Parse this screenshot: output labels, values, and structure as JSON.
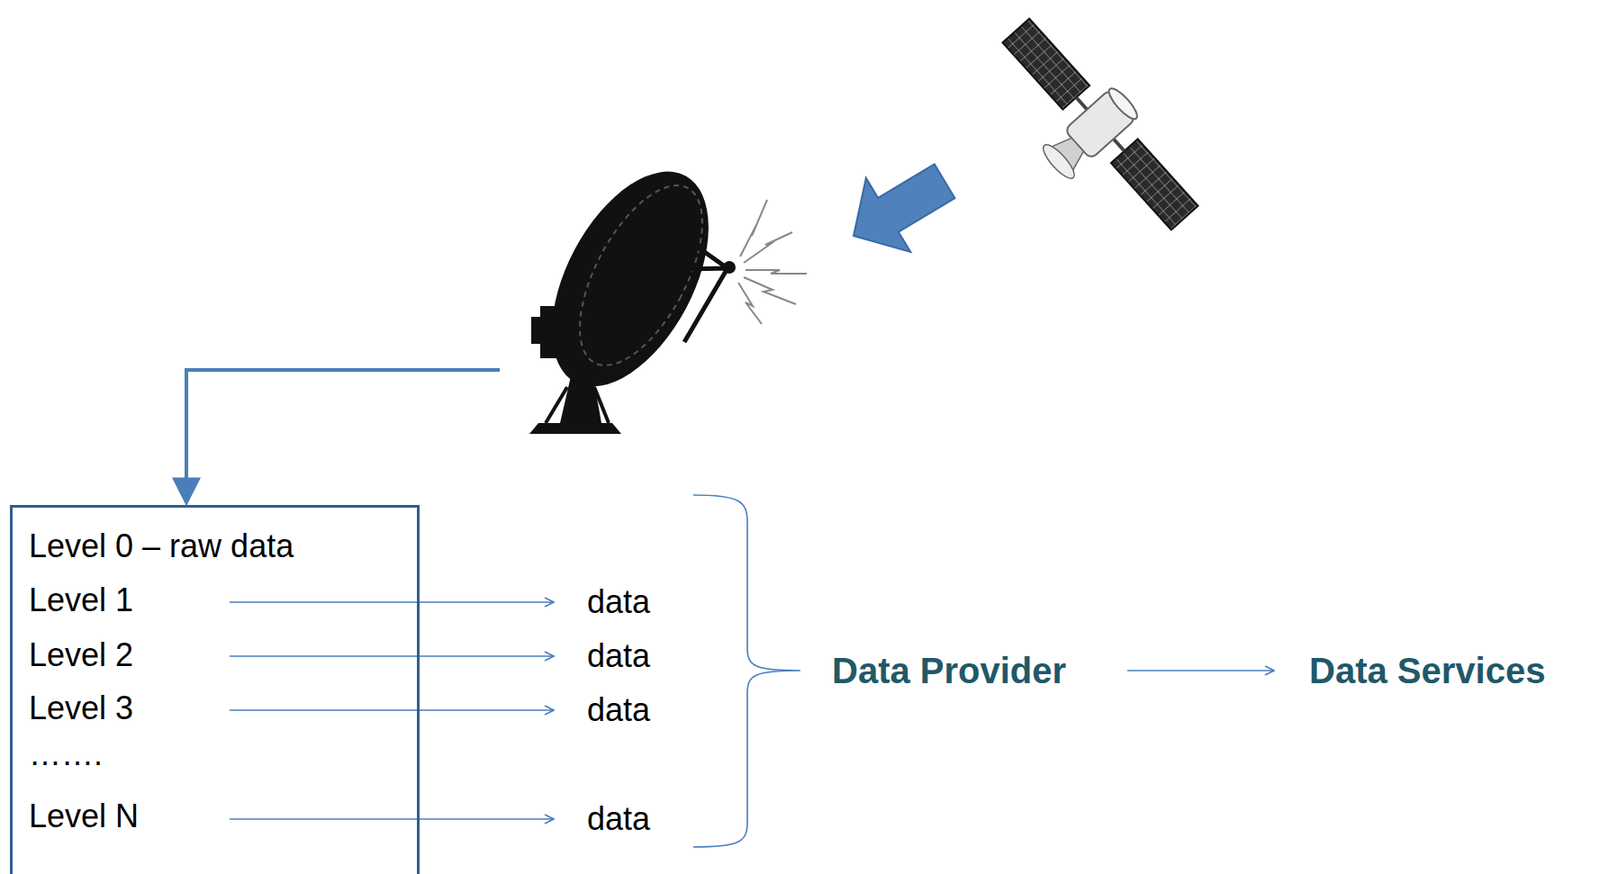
{
  "diagram": {
    "nodes": [
      {
        "text": [
          "Level 0 – raw data",
          "Level 1",
          "Level 2",
          "Level 3",
          "…….",
          "Level N"
        ]
      }
    ],
    "labels": [
      "data",
      "data",
      "data",
      "data",
      "Data Provider",
      "Data Services"
    ]
  }
}
